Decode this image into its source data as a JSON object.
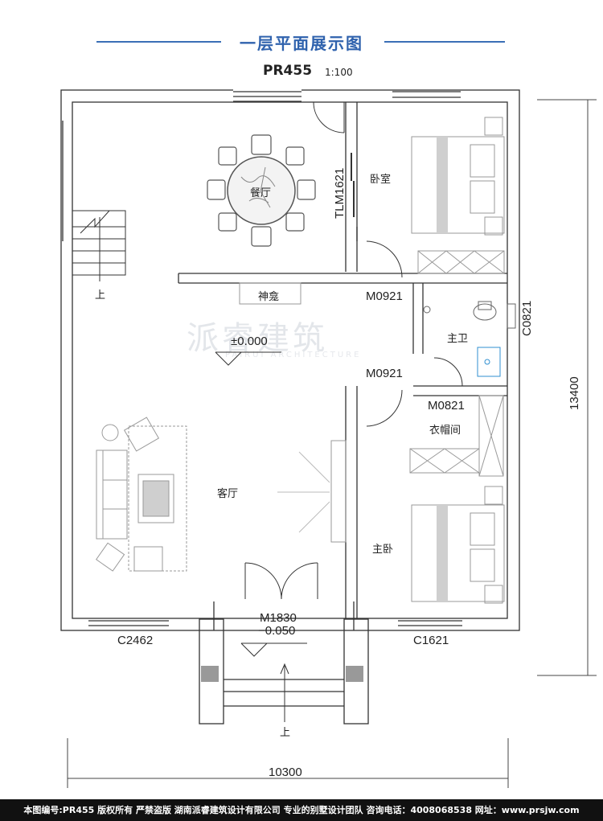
{
  "header": {
    "title": "一层平面展示图",
    "plan_code": "PR455",
    "scale": "1:100"
  },
  "rooms": {
    "dining": "餐厅",
    "bedroom": "卧室",
    "shrine": "神龛",
    "master_bath": "主卫",
    "closet": "衣帽间",
    "living": "客厅",
    "master_bedroom": "主卧"
  },
  "labels": {
    "tlm": "TLM1621",
    "m0921_a": "M0921",
    "m0921_b": "M0921",
    "m0821": "M0821",
    "c0821": "C0821",
    "m1830": "M1830",
    "c2462": "C2462",
    "c1621": "C1621",
    "elev_floor": "±0.000",
    "elev_entry": "−0.050",
    "stair_up": "上",
    "entry_up": "上"
  },
  "dimensions": {
    "width": "10300",
    "height": "13400"
  },
  "watermark": {
    "main": "派睿建筑",
    "sub": "PAIRUI ARCHITECTURE"
  },
  "footer": {
    "text": "本图编号:PR455 版权所有 严禁盗版 湖南派睿建筑设计有限公司 专业的别墅设计团队 咨询电话：4008068538 网址：www.prsjw.com"
  },
  "colors": {
    "title": "#2f62ad",
    "wall": "#333333",
    "furniture": "#888888",
    "footer_bg": "#111111"
  }
}
